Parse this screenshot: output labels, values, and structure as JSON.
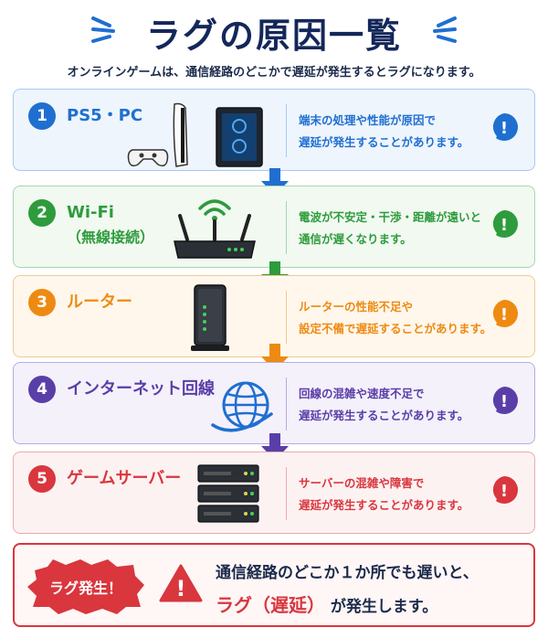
{
  "title": "ラグの原因一覧",
  "subtitle": "オンラインゲームは、通信経路のどこかで遅延が発生するとラグになります。",
  "cards": [
    {
      "num": "1",
      "title": "PS5・PC",
      "sub": "",
      "desc1": "端末の処理や性能が原因で",
      "desc2": "遅延が発生することがあります。",
      "color": "#1f6fd1",
      "bg": "#eef5fd",
      "border": "#a9c8ef"
    },
    {
      "num": "2",
      "title": "Wi-Fi",
      "sub": "（無線接続）",
      "desc1": "電波が不安定・干渉・距離が遠いと",
      "desc2": "通信が遅くなります。",
      "color": "#2e9b3c",
      "bg": "#f1f9f1",
      "border": "#a8d6ad"
    },
    {
      "num": "3",
      "title": "ルーター",
      "sub": "",
      "desc1": "ルーターの性能不足や",
      "desc2": "設定不備で遅延することがあります。",
      "color": "#ee8a12",
      "bg": "#fff7ec",
      "border": "#f2c98d"
    },
    {
      "num": "4",
      "title": "インターネット回線",
      "sub": "",
      "desc1": "回線の混雑や速度不足で",
      "desc2": "遅延が発生することがあります。",
      "color": "#5a3ea8",
      "bg": "#f4f1fb",
      "border": "#b9aadd"
    },
    {
      "num": "5",
      "title": "ゲームサーバー",
      "sub": "",
      "desc1": "サーバーの混雑や障害で",
      "desc2": "遅延が発生することがあります。",
      "color": "#d9363e",
      "bg": "#fdf2f2",
      "border": "#ecaaad"
    }
  ],
  "bubble_glyph": "!",
  "bottom": {
    "badge": "ラグ発生！",
    "warn_glyph": "!",
    "line1": "通信経路のどこか１か所でも遅いと、",
    "highlight": "ラグ（遅延）",
    "line2_rest": "が発生します。"
  }
}
